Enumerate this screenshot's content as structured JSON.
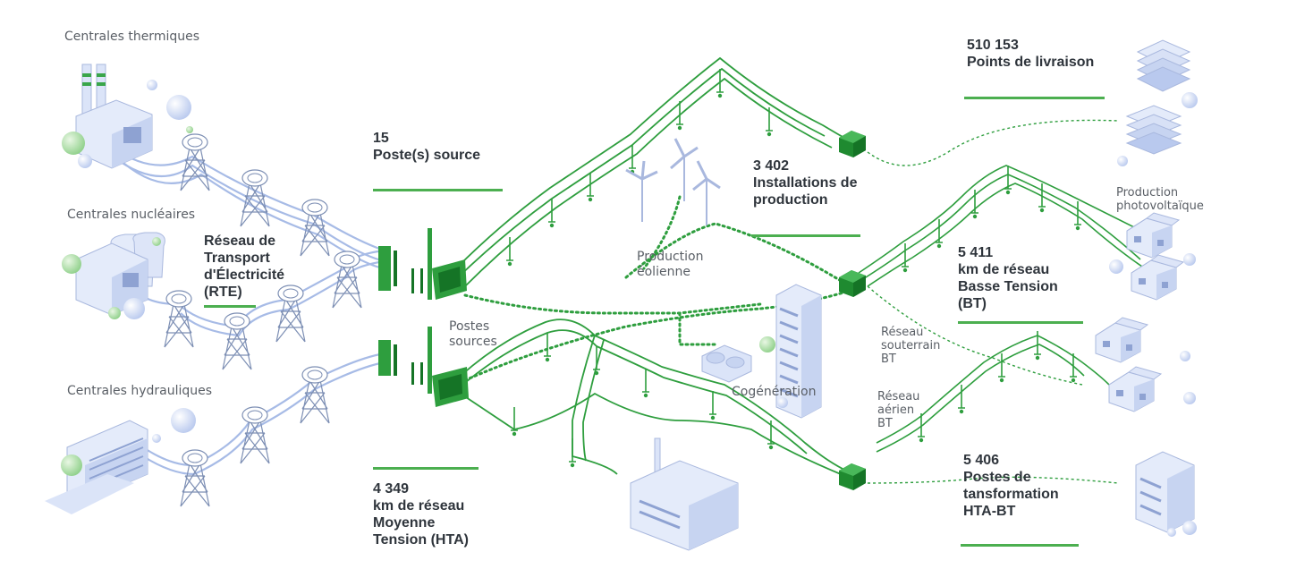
{
  "sources": {
    "thermique": "Centrales thermiques",
    "nucleaire": "Centrales nucléaires",
    "hydraulique": "Centrales hydrauliques"
  },
  "rte": [
    "Réseau de",
    "Transport",
    "d'Électricité",
    "(RTE)"
  ],
  "postes_sources": [
    "Postes",
    "sources"
  ],
  "eolienne": [
    "Production",
    "éolienne"
  ],
  "cogeneration": "Cogénération",
  "photovoltaique": [
    "Production",
    "photovoltaïque"
  ],
  "souterrain": [
    "Réseau",
    "souterrain",
    "BT"
  ],
  "aerien": [
    "Réseau",
    "aérien",
    "BT"
  ],
  "stats": {
    "poste_source": [
      "15",
      "Poste(s) source"
    ],
    "installations": [
      "3 402",
      "Installations de",
      "production"
    ],
    "livraison": [
      "510 153",
      "Points de livraison"
    ],
    "bt": [
      "5 411",
      "km de réseau",
      "Basse Tension",
      "(BT)"
    ],
    "hta": [
      "4 349",
      "km de réseau",
      "Moyenne",
      "Tension (HTA)"
    ],
    "postes_transfo": [
      "5 406",
      "Postes de",
      "tansformation",
      "HTA-BT"
    ]
  },
  "colors": {
    "green_line": "#2e9e3e",
    "blue_line": "#9bb3e0",
    "building": "#c9d6f2",
    "accent_green": "#4caf50"
  }
}
